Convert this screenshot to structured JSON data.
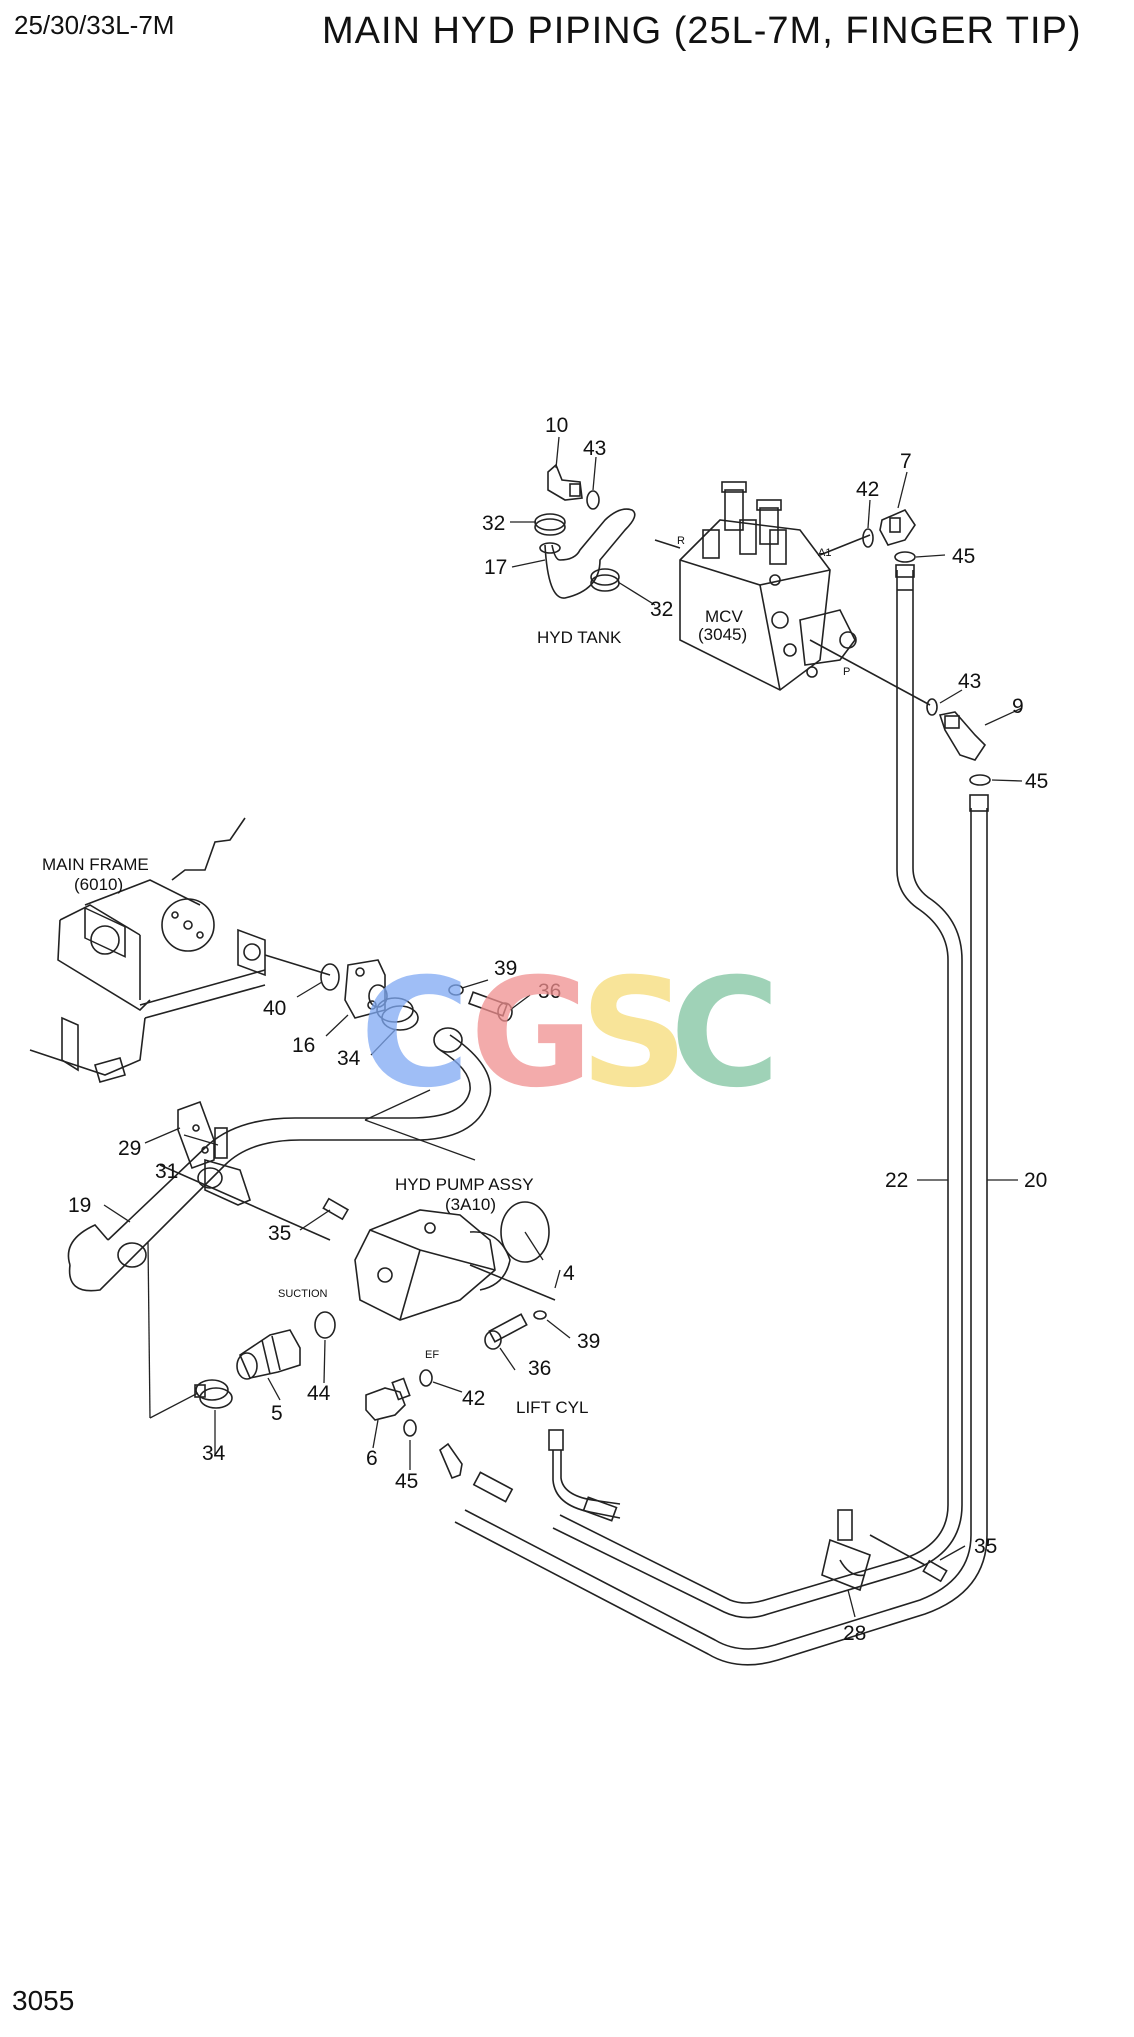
{
  "header": {
    "model": "25/30/33L-7M",
    "title": "MAIN HYD PIPING (25L-7M, FINGER TIP)"
  },
  "footer": {
    "page_number": "3055"
  },
  "labels": {
    "mcv": "MCV",
    "mcv_ref": "(3045)",
    "hyd_tank": "HYD TANK",
    "main_frame": "MAIN FRAME",
    "main_frame_ref": "(6010)",
    "hyd_pump": "HYD PUMP ASSY",
    "hyd_pump_ref": "(3A10)",
    "suction": "SUCTION",
    "ef": "EF",
    "lift_cyl": "LIFT CYL",
    "port_r": "R",
    "port_a1": "A1",
    "port_p": "P"
  },
  "callouts": {
    "c10": "10",
    "c43a": "43",
    "c32a": "32",
    "c17": "17",
    "c32b": "32",
    "c42a": "42",
    "c7": "7",
    "c45a": "45",
    "c43b": "43",
    "c9": "9",
    "c45b": "45",
    "c39a": "39",
    "c36a": "36",
    "c40": "40",
    "c16": "16",
    "c34a": "34",
    "c29": "29",
    "c31": "31",
    "c19": "19",
    "c35a": "35",
    "c4": "4",
    "c39b": "39",
    "c36b": "36",
    "c44": "44",
    "c5": "5",
    "c34b": "34",
    "c42b": "42",
    "c6": "6",
    "c45c": "45",
    "c22": "22",
    "c20": "20",
    "c35b": "35",
    "c28": "28"
  },
  "watermark": {
    "letters": [
      "C",
      "G",
      "S",
      "C"
    ],
    "colors": [
      "#7fa9f4",
      "#f08f8f",
      "#f6dc78",
      "#7fc4a0"
    ]
  }
}
